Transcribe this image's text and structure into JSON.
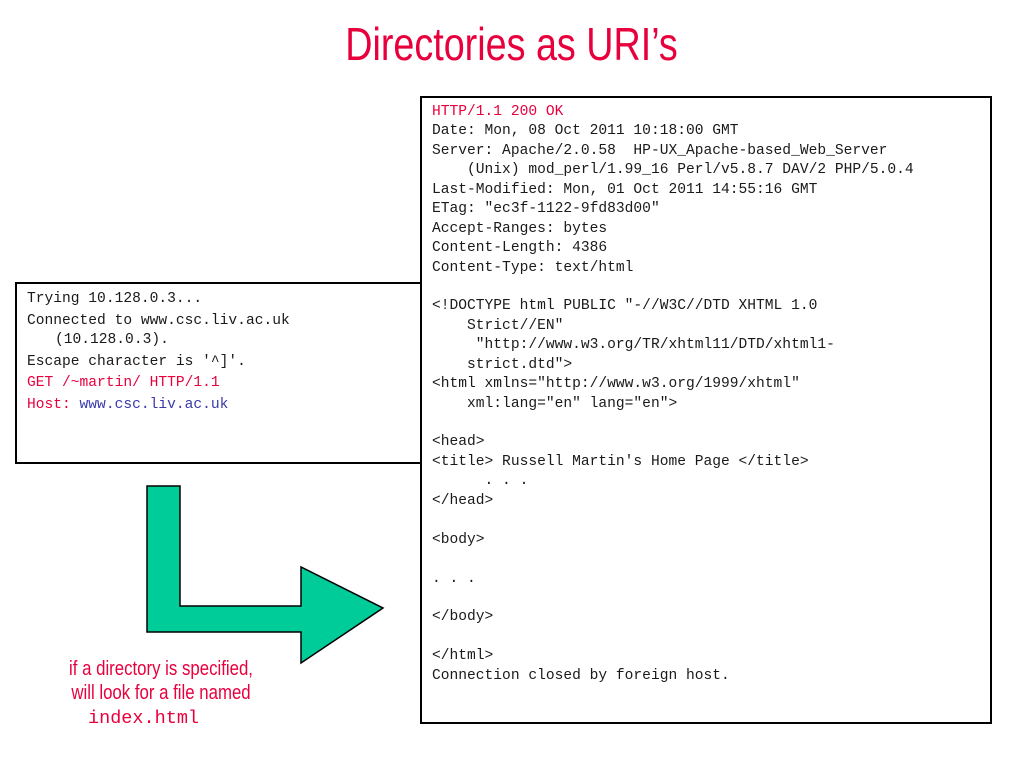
{
  "slide": {
    "title": "Directories as URI’s"
  },
  "request": {
    "lines": [
      "Trying 10.128.0.3...",
      "Connected to www.csc.liv.ac.uk",
      "(10.128.0.3).",
      "Escape character is '^]'.",
      "GET /~martin/ HTTP/1.1",
      "Host: ",
      "www.csc.liv.ac.uk"
    ]
  },
  "response": {
    "lines": [
      "HTTP/1.1 200 OK",
      "Date: Mon, 08 Oct 2011 10:18:00 GMT",
      "Server: Apache/2.0.58  HP-UX_Apache-based_Web_Server",
      "    (Unix) mod_perl/1.99_16 Perl/v5.8.7 DAV/2 PHP/5.0.4",
      "Last-Modified: Mon, 01 Oct 2011 14:55:16 GMT",
      "ETag: \"ec3f-1122-9fd83d00\"",
      "Accept-Ranges: bytes",
      "Content-Length: 4386",
      "Content-Type: text/html",
      "",
      "<!DOCTYPE html PUBLIC \"-//W3C//DTD XHTML 1.0",
      "    Strict//EN\"",
      "     \"http://www.w3.org/TR/xhtml11/DTD/xhtml1-",
      "    strict.dtd\">",
      "<html xmlns=\"http://www.w3.org/1999/xhtml\"",
      "    xml:lang=\"en\" lang=\"en\">",
      "",
      "<head>",
      "<title> Russell Martin's Home Page </title>",
      "      . . .",
      "</head>",
      "",
      "<body>",
      "",
      ". . .",
      "",
      "</body>",
      "",
      "</html>",
      "Connection closed by foreign host."
    ]
  },
  "note": {
    "text": "if a directory is specified, will look for a file named",
    "code": "index.html"
  },
  "colors": {
    "accent_red": "#e8003d",
    "host_blue": "#3a3aaa",
    "arrow_green": "#00cc99"
  }
}
